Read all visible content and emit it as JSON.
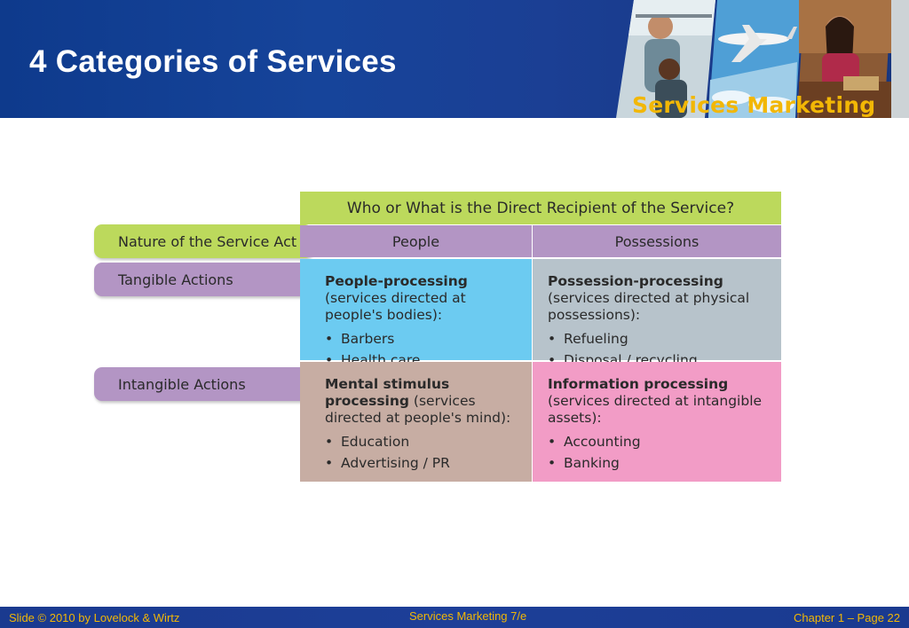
{
  "slide": {
    "title": "4 Categories of Services",
    "brand": "Services Marketing"
  },
  "matrix": {
    "recipient_header": "Who or What is the Direct Recipient of the Service?",
    "nature_label": "Nature of the Service Act",
    "columns": [
      "People",
      "Possessions"
    ],
    "rows": [
      "Tangible Actions",
      "Intangible Actions"
    ],
    "cells": {
      "people_processing": {
        "title": "People-processing",
        "desc": "(services directed at people's bodies):",
        "items": [
          "Barbers",
          "Health care"
        ]
      },
      "possession_processing": {
        "title": "Possession-processing",
        "desc": "(services directed at physical possessions):",
        "items": [
          "Refueling",
          "Disposal / recycling"
        ]
      },
      "mental_stimulus": {
        "title": "Mental stimulus processing",
        "desc": "(services directed at people's mind):",
        "items": [
          "Education",
          "Advertising / PR"
        ]
      },
      "information_processing": {
        "title": "Information processing",
        "desc": "(services directed at intangible assets):",
        "items": [
          "Accounting",
          "Banking"
        ]
      }
    }
  },
  "footer": {
    "left": "Slide © 2010 by Lovelock & Wirtz",
    "center": "Services Marketing 7/e",
    "right": "Chapter 1 – Page 22"
  },
  "colors": {
    "header_blue": "#16449a",
    "green": "#bcd95c",
    "purple": "#b395c4",
    "blue_cell": "#6ccbf1",
    "grey_cell": "#b7c3cb",
    "taupe_cell": "#c7ada3",
    "pink_cell": "#f29cc6",
    "brand_gold": "#f2b705"
  },
  "icons": [
    "photo-collage-fitness",
    "photo-collage-airplane",
    "photo-collage-receptionist"
  ]
}
